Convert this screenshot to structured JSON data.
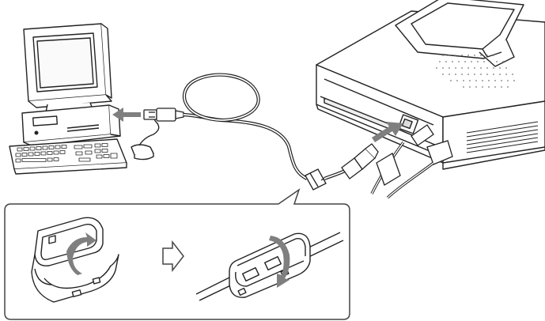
{
  "diagram": {
    "description_visible_text": "",
    "components": [
      {
        "name": "computer",
        "icon": "computer-icon"
      },
      {
        "name": "printer",
        "icon": "printer-icon"
      },
      {
        "name": "usb-cable",
        "icon": "usb-cable-icon"
      },
      {
        "name": "ferrite-core",
        "icon": "ferrite-core-icon"
      }
    ],
    "steps": [
      {
        "name": "open-ferrite-core",
        "icon": "open-ferrite-core-icon"
      },
      {
        "name": "closed-ferrite-core-on-cable",
        "icon": "closed-ferrite-core-icon"
      }
    ],
    "colors": {
      "line": "#222222",
      "arrow_fill": "#7f7f7f",
      "panel_border": "#444444",
      "background": "#ffffff"
    }
  }
}
